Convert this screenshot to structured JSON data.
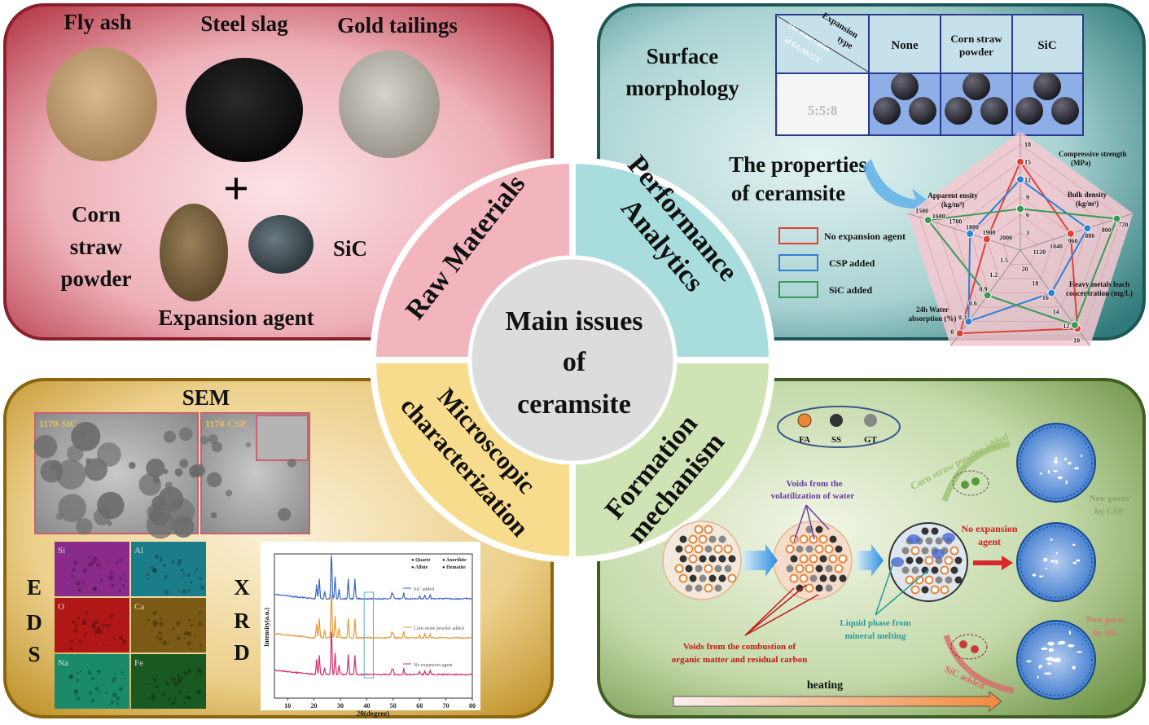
{
  "center": {
    "line1": "Main issues",
    "line2": "of",
    "line3": "ceramsite"
  },
  "sections": {
    "raw_materials": "Raw Materials",
    "performance_1": "Performance",
    "performance_2": "Analytics",
    "micro_1": "Microscopic",
    "micro_2": "characterization",
    "formation_1": "Formation",
    "formation_2": "mechanism"
  },
  "raw": {
    "fly_ash": "Fly ash",
    "steel_slag": "Steel slag",
    "gold_tailings": "Gold tailings",
    "plus": "+",
    "corn1": "Corn",
    "corn2": "straw",
    "corn3": "powder",
    "sic": "SiC",
    "expansion_agent": "Expansion agent"
  },
  "performance": {
    "surface1": "Surface",
    "surface2": "morphology",
    "table": {
      "corner_top1": "Expansion",
      "corner_top2": "type",
      "corner_bottom1": "The mass ratios",
      "corner_bottom2": "of FA:SS:GT",
      "col_none": "None",
      "col_csp1": "Corn straw",
      "col_csp2": "powder",
      "col_sic": "SiC",
      "ratio": "5:5:8"
    },
    "props1": "The properties",
    "props2": "of ceramsite"
  },
  "chart_data": {
    "type": "radar",
    "axes": [
      {
        "label1": "Compressive strength",
        "label2": "(MPa)",
        "ticks": [
          "3",
          "6",
          "9",
          "12",
          "15",
          "18"
        ],
        "min": 0,
        "max": 18
      },
      {
        "label1": "Bulk density",
        "label2": "(kg/m³)",
        "ticks": [
          "1120",
          "1040",
          "960",
          "880",
          "800",
          "720"
        ],
        "min": 1200,
        "max": 720
      },
      {
        "label1": "Heavy metals leach",
        "label2": "concentration (mg/L)",
        "ticks": [
          "20",
          "18",
          "16",
          "14",
          "12",
          "10"
        ],
        "min": 22,
        "max": 10
      },
      {
        "label1": "24h Water",
        "label2": "absorption (%)",
        "ticks": [
          "1.5",
          "1.2",
          "0.9",
          "0.6",
          "0.3",
          "0"
        ],
        "min": 1.8,
        "max": 0
      },
      {
        "label1": "Apparent ensity",
        "label2": "(kg/m³)",
        "ticks": [
          "2000",
          "1900",
          "1800",
          "1700",
          "1600",
          "1500"
        ],
        "min": 2100,
        "max": 1500
      }
    ],
    "series": [
      {
        "name": "No expansion agent",
        "color": "#e0403a",
        "values": [
          15,
          960,
          11,
          0.05,
          1900
        ]
      },
      {
        "name": "CSP added",
        "color": "#2f7fd8",
        "values": [
          12,
          880,
          16,
          0.3,
          1800
        ]
      },
      {
        "name": "SiC added",
        "color": "#3a9a55",
        "values": [
          7,
          740,
          11.5,
          0.85,
          1550
        ]
      }
    ],
    "legend": "left"
  },
  "micro": {
    "sem": "SEM",
    "sem_label1": "1170-SiC",
    "sem_label2": "1170-CSP",
    "eds_letters": [
      "E",
      "D",
      "S"
    ],
    "eds_maps": [
      {
        "el": "Si",
        "color": "#8a2a8a"
      },
      {
        "el": "Al",
        "color": "#1c7d8a"
      },
      {
        "el": "O",
        "color": "#b01818"
      },
      {
        "el": "Ca",
        "color": "#7a5a14"
      },
      {
        "el": "Na",
        "color": "#1a8a6a"
      },
      {
        "el": "Fe",
        "color": "#1a5a22"
      }
    ],
    "xrd_letters": [
      "X",
      "R",
      "D"
    ],
    "xrd": {
      "legend": [
        "Quartz",
        "Anorthite",
        "Albite",
        "Hematite"
      ],
      "ylabel": "Intensity(a.u.)",
      "xlabel": "2θ(degree)",
      "xticks": [
        "10",
        "20",
        "30",
        "40",
        "50",
        "60",
        "70",
        "80"
      ],
      "series": [
        {
          "name": "SiC added",
          "color": "#3a64c0"
        },
        {
          "name": "Corn straw powder added",
          "color": "#e59a3a"
        },
        {
          "name": "No expansion agent",
          "color": "#d0306e"
        }
      ],
      "peaks": [
        [
          21,
          0.3
        ],
        [
          22,
          0.4
        ],
        [
          24,
          0.15
        ],
        [
          26.6,
          1.0
        ],
        [
          28,
          0.45
        ],
        [
          29.5,
          0.2
        ],
        [
          33,
          0.4
        ],
        [
          35.5,
          0.4
        ],
        [
          49.5,
          0.12
        ],
        [
          50,
          0.1
        ],
        [
          54,
          0.12
        ],
        [
          60,
          0.06
        ],
        [
          62,
          0.08
        ],
        [
          64,
          0.08
        ]
      ]
    }
  },
  "formation": {
    "legend": [
      "FA",
      "SS",
      "GT"
    ],
    "voids_water1": "Voids from the",
    "voids_water2": "volatilization of water",
    "voids_comb1": "Voids from the combustion of",
    "voids_comb2": "organic matter and residual carbon",
    "liquid1": "Liquid phase from",
    "liquid2": "mineral melting",
    "csp_added": "Corn straw powder added",
    "no_agent1": "No expansion",
    "no_agent2": "agent",
    "sic_added": "SiC added",
    "pores_csp1": "New pores",
    "pores_csp2": "by CSP",
    "pores_sic1": "New pores",
    "pores_sic2": "by SiC",
    "heating": "heating"
  }
}
